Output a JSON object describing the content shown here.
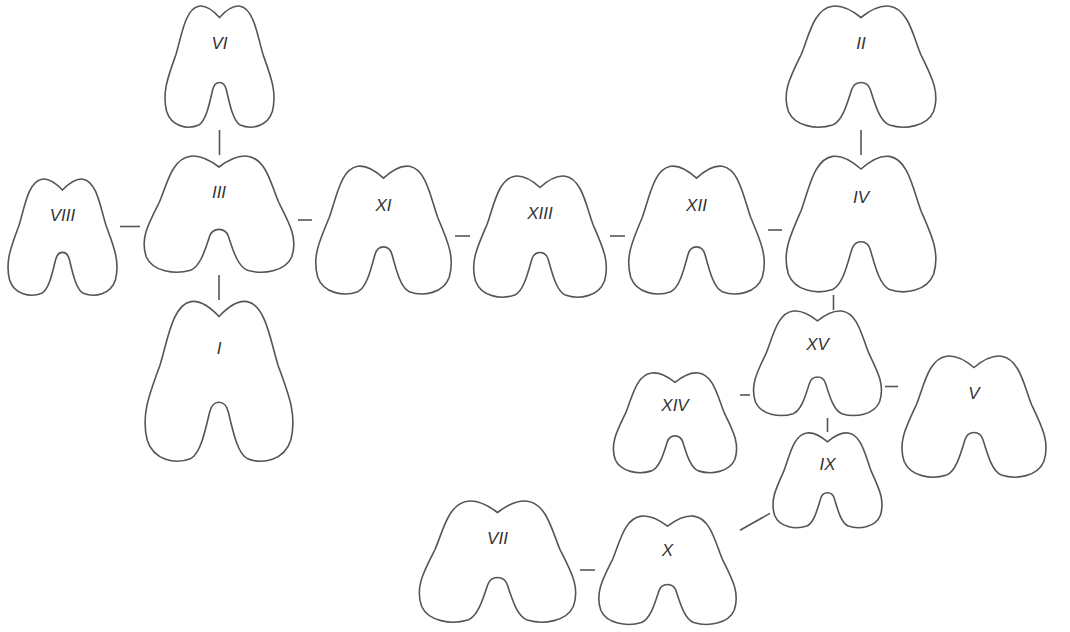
{
  "diagram": {
    "nodes": [
      {
        "text": [
          "I"
        ]
      },
      {
        "text": [
          "II"
        ]
      },
      {
        "text": [
          "III"
        ]
      },
      {
        "text": [
          "IV"
        ]
      },
      {
        "text": [
          "V"
        ]
      },
      {
        "text": [
          "VI"
        ]
      },
      {
        "text": [
          "VII"
        ]
      },
      {
        "text": [
          "VIII"
        ]
      },
      {
        "text": [
          "IX"
        ]
      },
      {
        "text": [
          "X"
        ]
      },
      {
        "text": [
          "XI"
        ]
      },
      {
        "text": [
          "XII"
        ]
      },
      {
        "text": [
          "XIII"
        ]
      },
      {
        "text": [
          "XIV"
        ]
      },
      {
        "text": [
          "XV"
        ]
      }
    ],
    "edges": [
      {
        "from": 5,
        "to": 2,
        "arrow": "none"
      },
      {
        "from": 7,
        "to": 2,
        "arrow": "none"
      },
      {
        "from": 2,
        "to": 0,
        "arrow": "none"
      },
      {
        "from": 2,
        "to": 10,
        "arrow": "none"
      },
      {
        "from": 10,
        "to": 12,
        "arrow": "none"
      },
      {
        "from": 12,
        "to": 11,
        "arrow": "none"
      },
      {
        "from": 11,
        "to": 3,
        "arrow": "none"
      },
      {
        "from": 1,
        "to": 3,
        "arrow": "none"
      },
      {
        "from": 3,
        "to": 14,
        "arrow": "none"
      },
      {
        "from": 14,
        "to": 13,
        "arrow": "none"
      },
      {
        "from": 14,
        "to": 4,
        "arrow": "none"
      },
      {
        "from": 14,
        "to": 8,
        "arrow": "none"
      },
      {
        "from": 8,
        "to": 9,
        "arrow": "none"
      },
      {
        "from": 9,
        "to": 6,
        "arrow": "none"
      }
    ]
  }
}
